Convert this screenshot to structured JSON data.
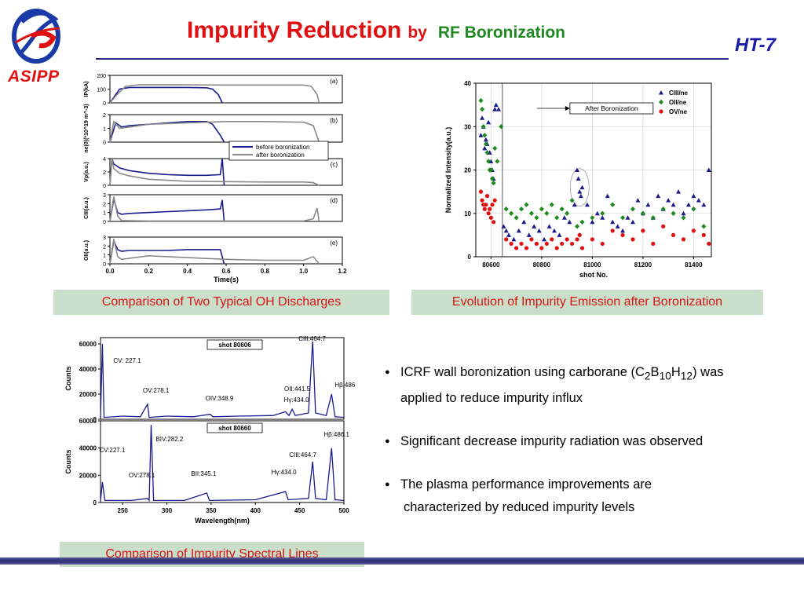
{
  "header": {
    "title_main": "Impurity Reduction",
    "title_by": "by",
    "title_rf": "RF Boronization",
    "ht7": "HT-7",
    "logo_text": "ASIPP"
  },
  "captions": {
    "oh": "Comparison of Two Typical OH Discharges",
    "evolution": "Evolution of Impurity Emission after Boronization",
    "spectral": "Comparison of Impurity Spectral Lines"
  },
  "bullets": [
    {
      "pre": "ICRF wall boronization using carborane (C",
      "s1": "2",
      "mid1": "B",
      "s2": "10",
      "mid2": "H",
      "s3": "12",
      "post": ") was",
      "line2": "applied to reduce impurity influx"
    },
    {
      "text": "Significant decrease impurity radiation was observed"
    },
    {
      "line1": "The plasma performance improvements are",
      "line2": "characterized by reduced impurity levels"
    }
  ],
  "chart_data": [
    {
      "type": "line",
      "title": "",
      "xlabel": "Time(s)",
      "xlim": [
        0,
        1.2
      ],
      "xticks": [
        "0.0",
        "0.2",
        "0.4",
        "0.6",
        "0.8",
        "1.0",
        "1.2"
      ],
      "legend": [
        "before boronization",
        "after boronization"
      ],
      "colors": {
        "before": "#1a1a8c",
        "after": "#8a8a8a"
      },
      "panels": [
        {
          "label": "(a)",
          "ylabel": "IP(kA)",
          "ylim": [
            0,
            200
          ],
          "yticks": [
            "0",
            "100",
            "200"
          ],
          "series": [
            {
              "name": "before boronization",
              "x": [
                0.0,
                0.02,
                0.05,
                0.1,
                0.2,
                0.4,
                0.5,
                0.53,
                0.56,
                0.58
              ],
              "y": [
                0,
                40,
                100,
                112,
                112,
                112,
                110,
                100,
                60,
                0
              ]
            },
            {
              "name": "after boronization",
              "x": [
                0.0,
                0.03,
                0.08,
                0.15,
                0.3,
                0.6,
                0.9,
                1.0,
                1.04,
                1.07,
                1.08
              ],
              "y": [
                0,
                50,
                120,
                132,
                132,
                130,
                130,
                130,
                120,
                60,
                0
              ]
            }
          ]
        },
        {
          "label": "(b)",
          "ylabel": "ne(0)(*10^19 m^-3)",
          "ylim": [
            0,
            2
          ],
          "yticks": [
            "0",
            "1",
            "2"
          ],
          "series": [
            {
              "name": "before boronization",
              "x": [
                0.0,
                0.03,
                0.06,
                0.1,
                0.2,
                0.3,
                0.4,
                0.5,
                0.53,
                0.57,
                0.59
              ],
              "y": [
                0,
                1.4,
                1.1,
                1.2,
                1.3,
                1.4,
                1.5,
                1.5,
                1.3,
                0.5,
                0
              ]
            },
            {
              "name": "after boronization",
              "x": [
                0.0,
                0.02,
                0.05,
                0.1,
                0.2,
                0.4,
                0.6,
                0.8,
                1.0,
                1.05,
                1.08
              ],
              "y": [
                0,
                1.5,
                1.0,
                1.1,
                1.3,
                1.4,
                1.5,
                1.5,
                1.45,
                1.2,
                0
              ]
            }
          ]
        },
        {
          "label": "(c)",
          "ylabel": "Vp(a.u.)",
          "ylim": [
            0,
            4
          ],
          "yticks": [
            "0",
            "2",
            "4"
          ],
          "series": [
            {
              "name": "before boronization",
              "x": [
                0.0,
                0.01,
                0.02,
                0.05,
                0.1,
                0.2,
                0.3,
                0.4,
                0.5,
                0.57,
                0.58,
                0.59
              ],
              "y": [
                0,
                4,
                3.2,
                2.6,
                2.2,
                1.8,
                1.6,
                1.5,
                1.5,
                1.6,
                4,
                0
              ]
            },
            {
              "name": "after boronization",
              "x": [
                0.0,
                0.01,
                0.02,
                0.05,
                0.1,
                0.2,
                0.4,
                0.6,
                0.8,
                1.0,
                1.05,
                1.08
              ],
              "y": [
                0,
                4,
                2.5,
                1.8,
                1.4,
                0.9,
                0.6,
                0.55,
                0.5,
                0.5,
                0.4,
                0
              ]
            }
          ]
        },
        {
          "label": "(d)",
          "ylabel": "CIII(a.u.)",
          "ylim": [
            0,
            3
          ],
          "yticks": [
            "0",
            "1",
            "2",
            "3"
          ],
          "series": [
            {
              "name": "before boronization",
              "x": [
                0.0,
                0.02,
                0.04,
                0.06,
                0.1,
                0.2,
                0.3,
                0.4,
                0.5,
                0.57,
                0.58,
                0.59
              ],
              "y": [
                0,
                2.5,
                1.0,
                0.8,
                0.9,
                1.0,
                1.1,
                1.2,
                1.3,
                1.4,
                2.4,
                0
              ]
            },
            {
              "name": "after boronization",
              "x": [
                0.0,
                0.02,
                0.04,
                0.06,
                0.2,
                0.5,
                0.8,
                1.0,
                1.05,
                1.07,
                1.08
              ],
              "y": [
                0,
                2.8,
                0.6,
                0.1,
                0.05,
                0.05,
                0.05,
                0.05,
                0.3,
                1.5,
                0
              ]
            }
          ]
        },
        {
          "label": "(e)",
          "ylabel": "OII(a.u.)",
          "ylim": [
            0,
            3
          ],
          "yticks": [
            "0",
            "1",
            "2",
            "3"
          ],
          "series": [
            {
              "name": "before boronization",
              "x": [
                0.0,
                0.02,
                0.04,
                0.06,
                0.1,
                0.2,
                0.3,
                0.4,
                0.5,
                0.57,
                0.59
              ],
              "y": [
                0,
                2.6,
                1.6,
                1.4,
                1.5,
                1.5,
                1.5,
                1.6,
                1.6,
                1.6,
                0
              ]
            },
            {
              "name": "after boronization",
              "x": [
                0.0,
                0.02,
                0.04,
                0.06,
                0.2,
                0.4,
                0.6,
                0.8,
                1.0,
                1.05,
                1.08
              ],
              "y": [
                0,
                2.8,
                0.8,
                0.5,
                0.9,
                0.7,
                0.5,
                0.4,
                0.4,
                0.8,
                0
              ]
            }
          ]
        }
      ]
    },
    {
      "type": "scatter",
      "title": "",
      "xlabel": "shot No.",
      "ylabel": "Normalized Intensity(a.u.)",
      "xlim": [
        80540,
        81470
      ],
      "ylim": [
        0,
        40
      ],
      "xticks": [
        80600,
        80800,
        81000,
        81200,
        81400
      ],
      "yticks": [
        0,
        10,
        20,
        30,
        40
      ],
      "legend_position": "top-right",
      "annotation": "After Boronization",
      "boronization_shot": 80645,
      "series": [
        {
          "name": "CIII/ne",
          "color": "#1a1a8c",
          "marker": "triangle",
          "x": [
            80560,
            80565,
            80570,
            80575,
            80580,
            80585,
            80590,
            80595,
            80600,
            80605,
            80610,
            80615,
            80620,
            80630,
            80650,
            80660,
            80670,
            80690,
            80710,
            80730,
            80750,
            80770,
            80790,
            80810,
            80830,
            80850,
            80870,
            80890,
            80910,
            80930,
            80940,
            80945,
            80950,
            80955,
            80960,
            80980,
            81000,
            81020,
            81040,
            81060,
            81080,
            81100,
            81120,
            81140,
            81160,
            81180,
            81200,
            81220,
            81240,
            81260,
            81280,
            81300,
            81320,
            81340,
            81360,
            81380,
            81400,
            81420,
            81440,
            81460
          ],
          "y": [
            28,
            32,
            30,
            25,
            27,
            26,
            31,
            24,
            22,
            20,
            18,
            34,
            35,
            34,
            7,
            6,
            5,
            4,
            6,
            8,
            5,
            7,
            6,
            4,
            7,
            6,
            5,
            9,
            8,
            12,
            20,
            18,
            15,
            14,
            16,
            12,
            8,
            10,
            9,
            14,
            8,
            7,
            6,
            9,
            8,
            13,
            10,
            12,
            9,
            14,
            11,
            13,
            12,
            15,
            10,
            12,
            14,
            13,
            12,
            20
          ]
        },
        {
          "name": "OII/ne",
          "color": "#1d8a1d",
          "marker": "diamond",
          "x": [
            80560,
            80565,
            80570,
            80575,
            80580,
            80585,
            80590,
            80595,
            80600,
            80605,
            80610,
            80615,
            80625,
            80640,
            80660,
            80680,
            80700,
            80720,
            80740,
            80760,
            80780,
            80800,
            80820,
            80840,
            80860,
            80880,
            80900,
            80920,
            80940,
            80950,
            80960,
            81000,
            81040,
            81080,
            81120,
            81160,
            81200,
            81240,
            81280,
            81320,
            81360,
            81400,
            81440
          ],
          "y": [
            36,
            34,
            30,
            28,
            26,
            24,
            22,
            20,
            20,
            18,
            17,
            25,
            22,
            30,
            11,
            10,
            9,
            11,
            12,
            10,
            9,
            11,
            10,
            12,
            9,
            11,
            10,
            13,
            7,
            5,
            8,
            9,
            10,
            12,
            9,
            11,
            10,
            9,
            11,
            10,
            9,
            11,
            7
          ]
        },
        {
          "name": "OV/ne",
          "color": "#e01010",
          "marker": "circle",
          "x": [
            80560,
            80565,
            80570,
            80575,
            80580,
            80585,
            80590,
            80595,
            80600,
            80605,
            80610,
            80615,
            80660,
            80680,
            80700,
            80720,
            80740,
            80760,
            80780,
            80800,
            80820,
            80840,
            80860,
            80880,
            80900,
            80920,
            80940,
            80950,
            80960,
            81000,
            81040,
            81080,
            81120,
            81160,
            81200,
            81240,
            81280,
            81320,
            81360,
            81400,
            81440,
            81460
          ],
          "y": [
            15,
            13,
            12,
            11,
            12,
            14,
            10,
            11,
            9,
            12,
            8,
            13,
            4,
            3,
            2,
            3,
            2,
            4,
            3,
            2,
            3,
            4,
            2,
            3,
            4,
            3,
            4,
            5,
            2,
            4,
            3,
            6,
            5,
            4,
            6,
            3,
            7,
            5,
            4,
            6,
            5,
            3
          ]
        }
      ]
    },
    {
      "type": "line",
      "title": "",
      "xlabel": "Wavelength(nm)",
      "xlim": [
        225,
        500
      ],
      "xticks": [
        250,
        300,
        350,
        400,
        450,
        500
      ],
      "panels": [
        {
          "shot": "shot 80606",
          "ylabel": "Counts",
          "ylim": [
            0,
            65000
          ],
          "yticks": [
            0,
            20000,
            40000,
            60000
          ],
          "series": [
            {
              "name": "shot 80606",
              "x": [
                225,
                227.1,
                229,
                250,
                270,
                278.1,
                280,
                300,
                330,
                348.9,
                352,
                380,
                420,
                434.0,
                438,
                441.5,
                445,
                460,
                464.7,
                468,
                480,
                486.1,
                490,
                500
              ],
              "y": [
                1000,
                60000,
                1500,
                2500,
                2000,
                12000,
                1500,
                2500,
                2000,
                4000,
                2000,
                2500,
                3000,
                6000,
                3000,
                8000,
                3000,
                5000,
                62000,
                5000,
                3000,
                20000,
                2000,
                1500
              ]
            }
          ],
          "labels": [
            {
              "text": "CV: 227.1",
              "x": 227.1
            },
            {
              "text": "OV:278.1",
              "x": 278.1
            },
            {
              "text": "OIV:348.9",
              "x": 348.9
            },
            {
              "text": "Hγ:434.0",
              "x": 434.0
            },
            {
              "text": "OII:441.5",
              "x": 441.5
            },
            {
              "text": "Hβ:486.1",
              "x": 486.1
            },
            {
              "text": "CIII:464.7",
              "x": 464.7
            }
          ]
        },
        {
          "shot": "shot 80660",
          "ylabel": "Counts",
          "ylim": [
            0,
            60000
          ],
          "yticks": [
            0,
            20000,
            40000,
            60000
          ],
          "series": [
            {
              "name": "shot 80660",
              "x": [
                225,
                227.1,
                230,
                260,
                278.1,
                280,
                282.2,
                285,
                320,
                345.1,
                348,
                400,
                434.0,
                437,
                460,
                464.7,
                468,
                480,
                486.1,
                490,
                500
              ],
              "y": [
                1000,
                15000,
                1500,
                1500,
                3000,
                1500,
                57000,
                1500,
                1500,
                7000,
                1500,
                2000,
                8000,
                2000,
                3000,
                30000,
                3000,
                2000,
                40000,
                2000,
                1500
              ]
            }
          ],
          "labels": [
            {
              "text": "CV:227.1",
              "x": 227.1
            },
            {
              "text": "OV:278.1",
              "x": 278.1
            },
            {
              "text": "BIV:282.2",
              "x": 282.2
            },
            {
              "text": "BII:345.1",
              "x": 345.1
            },
            {
              "text": "Hγ:434.0",
              "x": 434.0
            },
            {
              "text": "Hβ:486.1",
              "x": 486.1
            },
            {
              "text": "CIII:464.7",
              "x": 464.7
            }
          ]
        }
      ]
    }
  ]
}
